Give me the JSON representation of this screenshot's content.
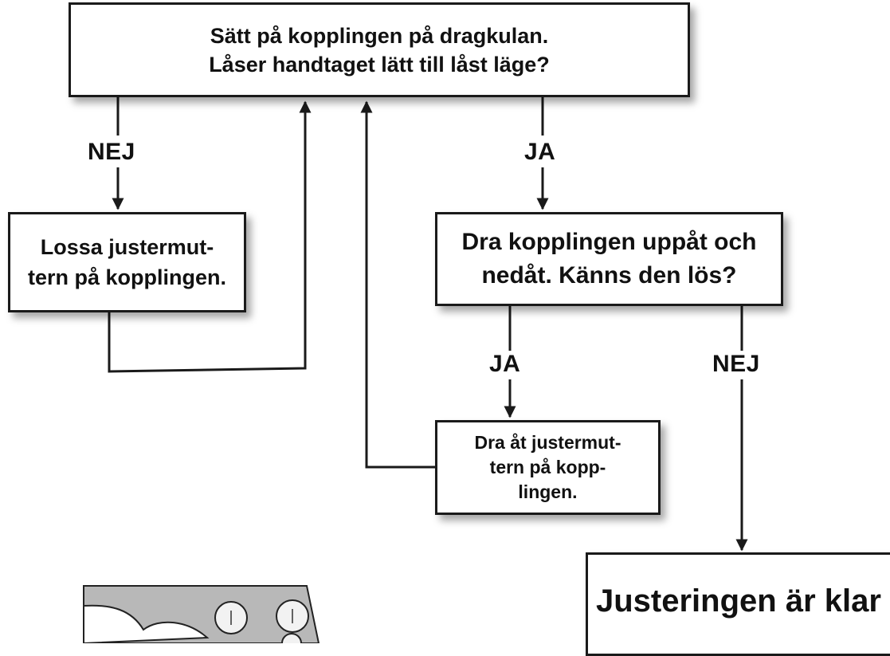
{
  "nodes": {
    "question_handle": "Sätt på kopplingen på dragkulan.\nLåser handtaget lätt till låst läge?",
    "loosen_nut": "Lossa justermut-\ntern på kopplingen.",
    "question_loose": "Dra kopplingen uppåt och\nnedåt. Känns den lös?",
    "tighten_nut": "Dra åt justermut-\ntern på kopp-\nlingen.",
    "done": "Justeringen är klar"
  },
  "edges": {
    "no_1": "NEJ",
    "yes_1": "JA",
    "yes_2": "JA",
    "no_2": "NEJ"
  },
  "illustration": {
    "name": "coupling-illustration"
  }
}
